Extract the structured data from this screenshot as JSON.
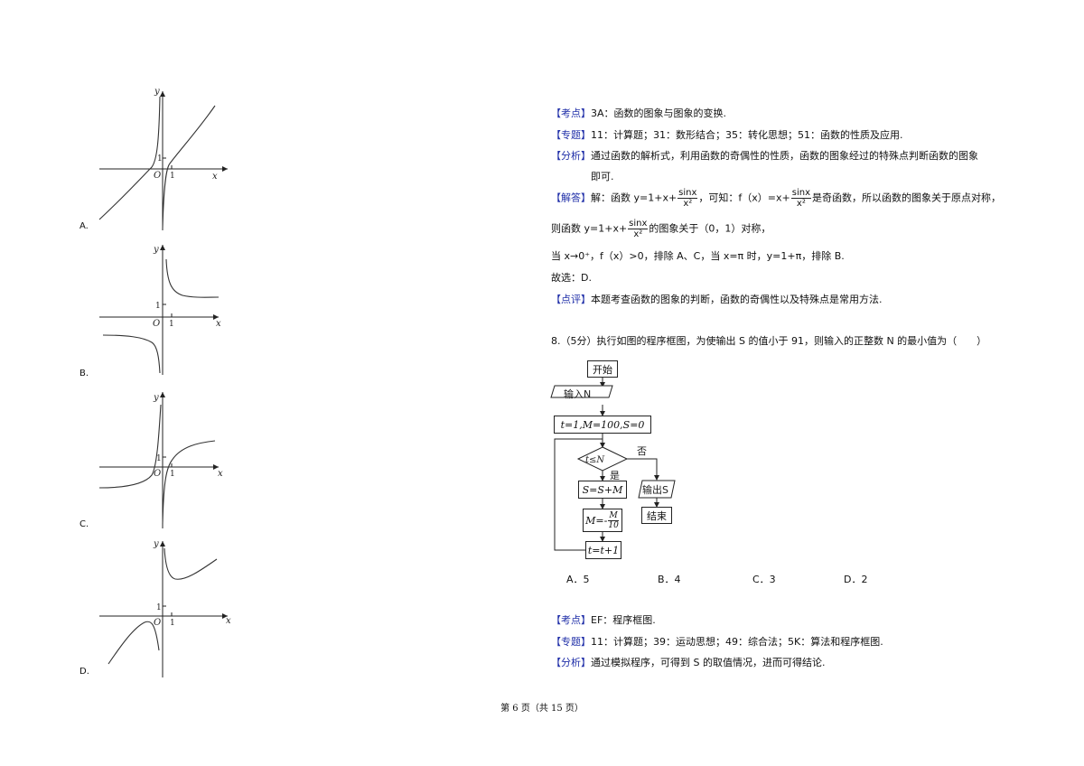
{
  "graphs": [
    {
      "letter": "A."
    },
    {
      "letter": "B."
    },
    {
      "letter": "C."
    },
    {
      "letter": "D."
    }
  ],
  "axis_labels": {
    "x": "x",
    "y": "y",
    "origin": "O",
    "one": "1"
  },
  "q7": {
    "kaodian_tag": "【考点】",
    "kaodian_text": "3A：函数的图象与图象的变换.",
    "zhuanti_tag": "【专题】",
    "zhuanti_text": "11：计算题；31：数形结合；35：转化思想；51：函数的性质及应用.",
    "fenxi_tag": "【分析】",
    "fenxi_text1": "通过函数的解析式，利用函数的奇偶性的性质，函数的图象经过的特殊点判断函数的图象",
    "fenxi_text2": "即可.",
    "jieda_tag": "【解答】",
    "jieda_pre": "解：函数 y=1+x+",
    "frac_num": "sinx",
    "frac_den": "x²",
    "jieda_mid": "，可知：f（x）=x+",
    "jieda_post": "是奇函数，所以函数的图象关于原点对称，",
    "line2_pre": "则函数 y=1+x+",
    "line2_post": "的图象关于（0，1）对称，",
    "line3": "当 x→0⁺，f（x）>0，排除 A、C，当 x=π 时，y=1+π，排除 B.",
    "line4": "故选：D.",
    "dianping_tag": "【点评】",
    "dianping_text": "本题考查函数的图象的判断，函数的奇偶性以及特殊点是常用方法."
  },
  "q8": {
    "question": "8.（5分）执行如图的程序框图，为使输出 S 的值小于 91，则输入的正整数 N 的最小值为（　　）",
    "flow": {
      "start": "开始",
      "input": "输入N",
      "init": "t=1,M=100,S=0",
      "cond": "t≤N",
      "no": "否",
      "yes": "是",
      "s_update": "S=S+M",
      "m_update_pre": "M=-",
      "m_num": "M",
      "m_den": "10",
      "t_update": "t=t+1",
      "output": "输出S",
      "end": "结束"
    },
    "options": [
      "A．5",
      "B．4",
      "C．3",
      "D．2"
    ],
    "kaodian_tag": "【考点】",
    "kaodian_text": "EF：程序框图.",
    "zhuanti_tag": "【专题】",
    "zhuanti_text": "11：计算题；39：运动思想；49：综合法；5K：算法和程序框图.",
    "fenxi_tag": "【分析】",
    "fenxi_text": "通过模拟程序，可得到 S 的取值情况，进而可得结论."
  },
  "footer": "第 6 页（共 15 页）"
}
